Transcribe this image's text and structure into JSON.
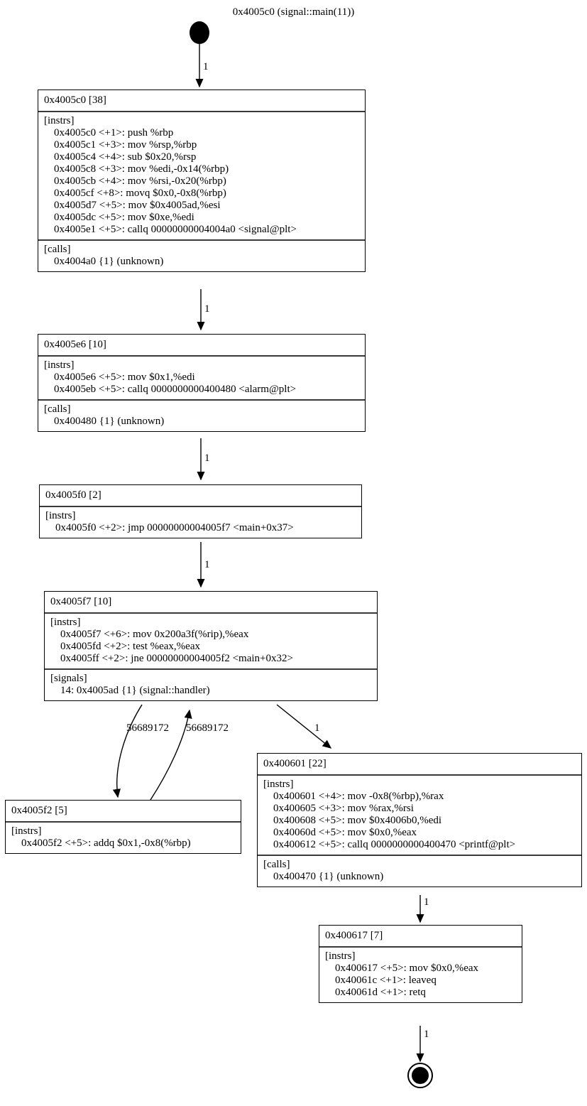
{
  "graph": {
    "title": "0x4005c0 (signal::main(11))",
    "type": "control-flow-graph",
    "start_node": "entry-point",
    "end_node": "exit-point",
    "blocks": [
      {
        "id": "bb-4005c0",
        "header": "0x4005c0 [38]",
        "sections": [
          {
            "title": "[instrs]",
            "lines": [
              "0x4005c0 <+1>: push %rbp",
              "0x4005c1 <+3>: mov %rsp,%rbp",
              "0x4005c4 <+4>: sub $0x20,%rsp",
              "0x4005c8 <+3>: mov %edi,-0x14(%rbp)",
              "0x4005cb <+4>: mov %rsi,-0x20(%rbp)",
              "0x4005cf <+8>: movq $0x0,-0x8(%rbp)",
              "0x4005d7 <+5>: mov $0x4005ad,%esi",
              "0x4005dc <+5>: mov $0xe,%edi",
              "0x4005e1 <+5>: callq 00000000004004a0 <signal@plt>"
            ]
          },
          {
            "title": "[calls]",
            "lines": [
              "0x4004a0 {1} (unknown)"
            ]
          }
        ]
      },
      {
        "id": "bb-4005e6",
        "header": "0x4005e6 [10]",
        "sections": [
          {
            "title": "[instrs]",
            "lines": [
              "0x4005e6 <+5>: mov $0x1,%edi",
              "0x4005eb <+5>: callq 0000000000400480 <alarm@plt>"
            ]
          },
          {
            "title": "[calls]",
            "lines": [
              "0x400480 {1} (unknown)"
            ]
          }
        ]
      },
      {
        "id": "bb-4005f0",
        "header": "0x4005f0 [2]",
        "sections": [
          {
            "title": "[instrs]",
            "lines": [
              "0x4005f0 <+2>: jmp 00000000004005f7 <main+0x37>"
            ]
          }
        ]
      },
      {
        "id": "bb-4005f7",
        "header": "0x4005f7 [10]",
        "sections": [
          {
            "title": "[instrs]",
            "lines": [
              "0x4005f7 <+6>: mov 0x200a3f(%rip),%eax",
              "0x4005fd <+2>: test %eax,%eax",
              "0x4005ff <+2>: jne 00000000004005f2 <main+0x32>"
            ]
          },
          {
            "title": "[signals]",
            "lines": [
              "14: 0x4005ad {1} (signal::handler)"
            ]
          }
        ]
      },
      {
        "id": "bb-4005f2",
        "header": "0x4005f2 [5]",
        "sections": [
          {
            "title": "[instrs]",
            "lines": [
              "0x4005f2 <+5>: addq $0x1,-0x8(%rbp)"
            ]
          }
        ]
      },
      {
        "id": "bb-400601",
        "header": "0x400601 [22]",
        "sections": [
          {
            "title": "[instrs]",
            "lines": [
              "0x400601 <+4>: mov -0x8(%rbp),%rax",
              "0x400605 <+3>: mov %rax,%rsi",
              "0x400608 <+5>: mov $0x4006b0,%edi",
              "0x40060d <+5>: mov $0x0,%eax",
              "0x400612 <+5>: callq 0000000000400470 <printf@plt>"
            ]
          },
          {
            "title": "[calls]",
            "lines": [
              "0x400470 {1} (unknown)"
            ]
          }
        ]
      },
      {
        "id": "bb-400617",
        "header": "0x400617 [7]",
        "sections": [
          {
            "title": "[instrs]",
            "lines": [
              "0x400617 <+5>: mov $0x0,%eax",
              "0x40061c <+1>: leaveq",
              "0x40061d <+1>: retq"
            ]
          }
        ]
      }
    ],
    "edges": [
      {
        "from": "entry-point",
        "to": "bb-4005c0",
        "label": "1"
      },
      {
        "from": "bb-4005c0",
        "to": "bb-4005e6",
        "label": "1"
      },
      {
        "from": "bb-4005e6",
        "to": "bb-4005f0",
        "label": "1"
      },
      {
        "from": "bb-4005f0",
        "to": "bb-4005f7",
        "label": "1"
      },
      {
        "from": "bb-4005f7",
        "to": "bb-4005f2",
        "label": "56689172"
      },
      {
        "from": "bb-4005f2",
        "to": "bb-4005f7",
        "label": "56689172"
      },
      {
        "from": "bb-4005f7",
        "to": "bb-400601",
        "label": "1"
      },
      {
        "from": "bb-400601",
        "to": "bb-400617",
        "label": "1"
      },
      {
        "from": "bb-400617",
        "to": "exit-point",
        "label": "1"
      }
    ]
  },
  "colors": {
    "stroke": "#000000",
    "background": "#ffffff",
    "separator": "#3a3a3a"
  }
}
